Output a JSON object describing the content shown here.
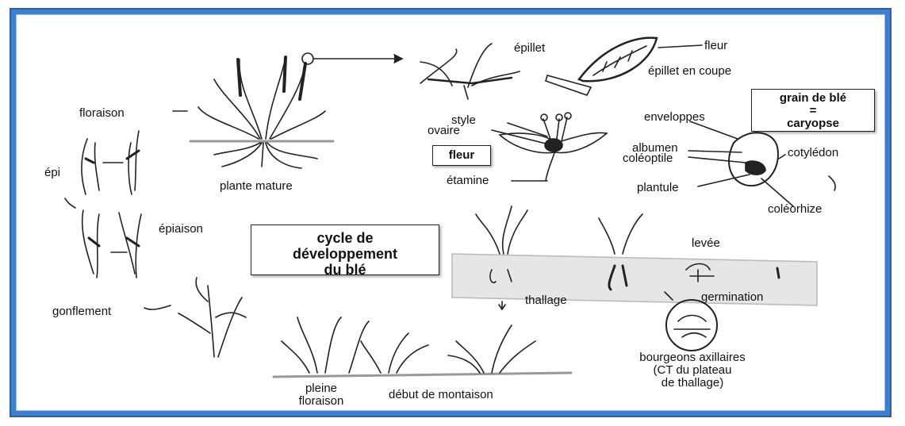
{
  "title_box": {
    "line1": "cycle de",
    "line2": "développement",
    "line3": "du blé"
  },
  "grain_box": {
    "line1": "grain de blé",
    "line2": "=",
    "line3": "caryopse"
  },
  "fleur_box": "fleur",
  "labels": {
    "floraison": "floraison",
    "plante_mature": "plante mature",
    "epillet": "épillet",
    "fleur": "fleur",
    "epillet_coupe": "épillet en coupe",
    "style": "style",
    "ovaire": "ovaire",
    "etamine": "étamine",
    "enveloppes": "enveloppes",
    "albumen": "albumen",
    "coleoptile": "coléoptile",
    "cotyledon": "cotylédon",
    "plantule": "plantule",
    "coleorhize": "coléorhize",
    "epi": "épi",
    "epiaison": "épiaison",
    "gonflement": "gonflement",
    "levee": "levée",
    "tallage": "thallage",
    "germination": "germination",
    "bourgeons1": "bourgeons axillaires",
    "bourgeons2": "(CT du plateau",
    "bourgeons3": "de thallage)",
    "pleine1": "pleine",
    "pleine2": "floraison",
    "montaison": "début de montaison"
  },
  "colors": {
    "frame": "#3f7fd0",
    "ink": "#111111"
  }
}
